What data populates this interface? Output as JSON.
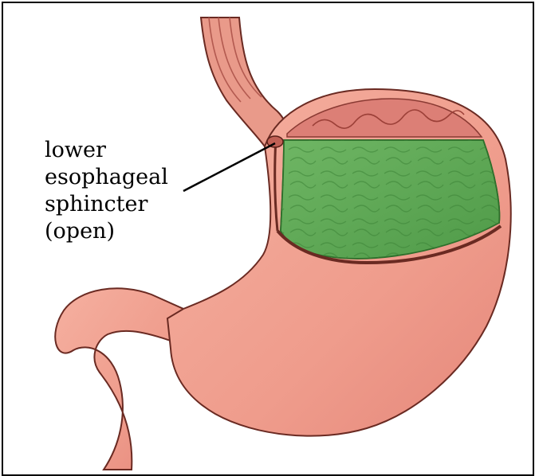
{
  "annotation": {
    "lines": [
      "lower",
      "esophageal",
      "sphincter",
      "(open)"
    ]
  },
  "colors": {
    "stomach": "#f0a090",
    "stomach_dark": "#c8655a",
    "inner_wall": "#e07a72",
    "contents": "#5fa955",
    "contents_dark": "#3f8a3c",
    "outline": "#3a1a16"
  }
}
